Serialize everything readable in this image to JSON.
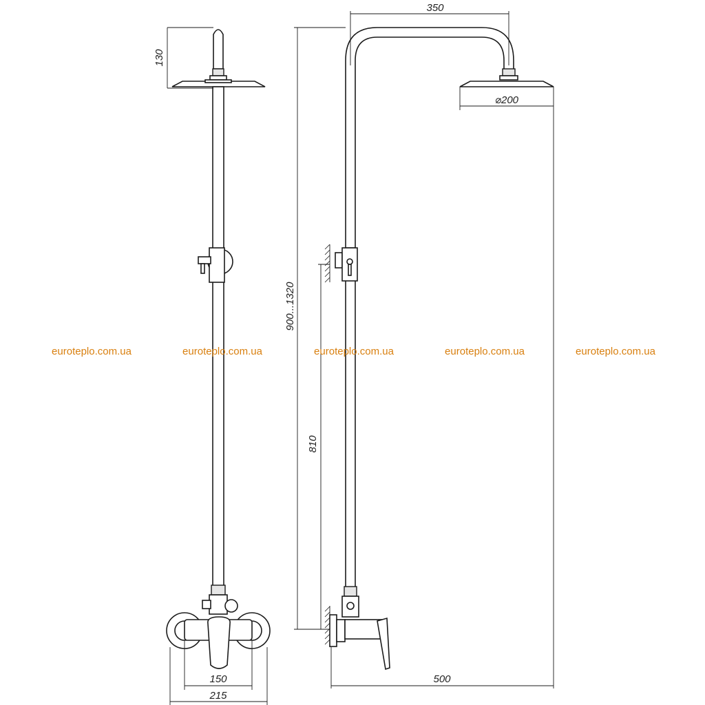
{
  "dimensions": {
    "top_width": "350",
    "head_height": "130",
    "head_diameter": "⌀200",
    "total_height": "900...1320",
    "holder_height": "810",
    "mixer_spacing": "150",
    "mixer_width": "215",
    "projection": "500"
  },
  "watermarks": [
    "euroteplo.com.ua",
    "euroteplo.com.ua",
    "euroteplo.com.ua",
    "euroteplo.com.ua",
    "euroteplo.com.ua"
  ],
  "colors": {
    "line": "#1a1a1a",
    "watermark": "#d98010"
  }
}
